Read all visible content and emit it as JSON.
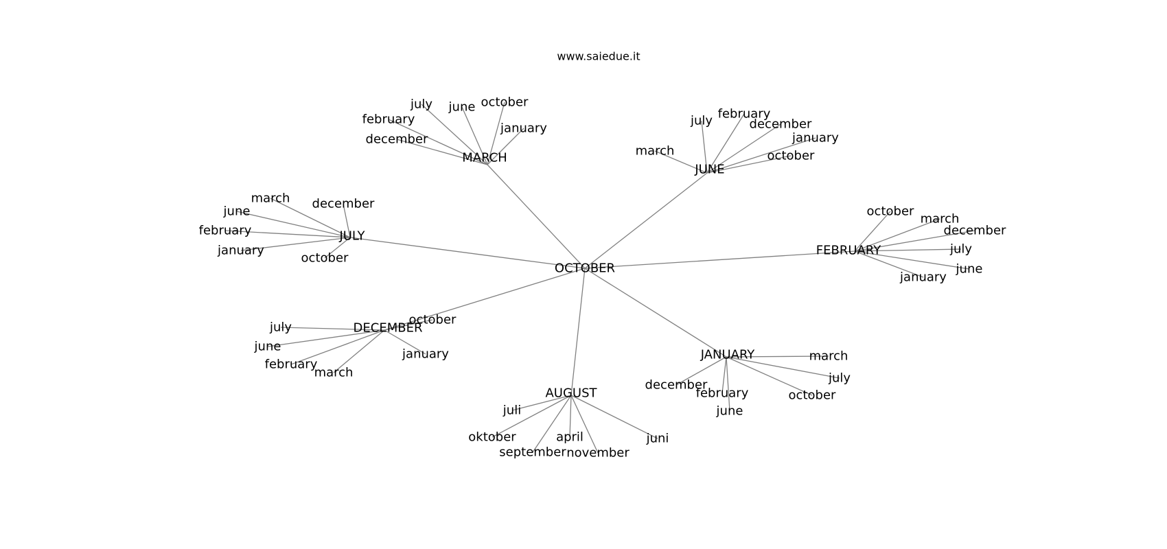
{
  "title": "www.saiedue.it",
  "colors": {
    "edge": "#808080",
    "text": "#000000",
    "background": "#ffffff"
  },
  "root": "OCTOBER",
  "hubs": [
    {
      "label": "MARCH",
      "leaves": [
        "july",
        "june",
        "october",
        "february",
        "january",
        "december"
      ]
    },
    {
      "label": "JUNE",
      "leaves": [
        "july",
        "february",
        "december",
        "january",
        "march",
        "october"
      ]
    },
    {
      "label": "JULY",
      "leaves": [
        "march",
        "december",
        "june",
        "february",
        "january",
        "october"
      ]
    },
    {
      "label": "FEBRUARY",
      "leaves": [
        "october",
        "march",
        "december",
        "july",
        "june",
        "january"
      ]
    },
    {
      "label": "DECEMBER",
      "leaves": [
        "october",
        "july",
        "june",
        "january",
        "february",
        "march"
      ]
    },
    {
      "label": "JANUARY",
      "leaves": [
        "march",
        "july",
        "december",
        "february",
        "october",
        "june"
      ]
    },
    {
      "label": "AUGUST",
      "leaves": [
        "juli",
        "oktober",
        "april",
        "juni",
        "september",
        "november"
      ]
    }
  ]
}
